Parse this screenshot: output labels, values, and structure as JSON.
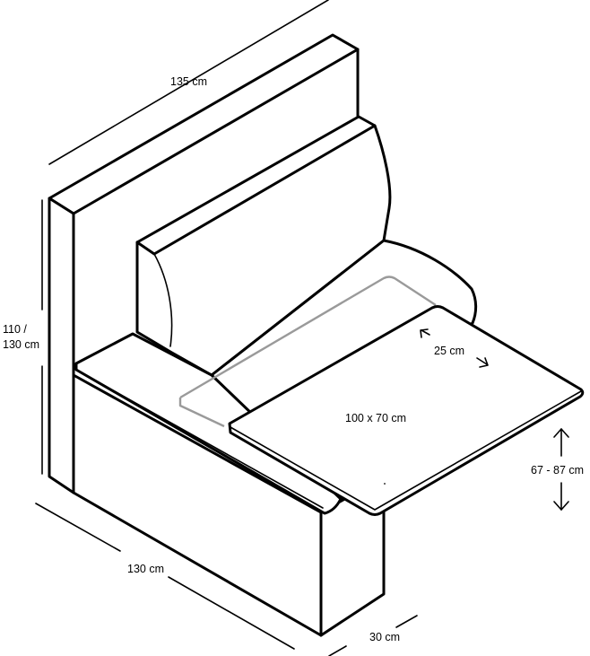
{
  "diagram": {
    "subject": "booth bench with sliding table",
    "labels": {
      "back_width": "135 cm",
      "height_line1": "110 /",
      "height_line2": "130 cm",
      "seat_width": "130 cm",
      "depth": "30 cm",
      "table_slide": "25 cm",
      "table_size": "100 x 70 cm",
      "table_height": "67 - 87 cm"
    },
    "colors": {
      "line": "#000000",
      "ghost_table": "#9a9a9a",
      "background": "#ffffff"
    }
  }
}
